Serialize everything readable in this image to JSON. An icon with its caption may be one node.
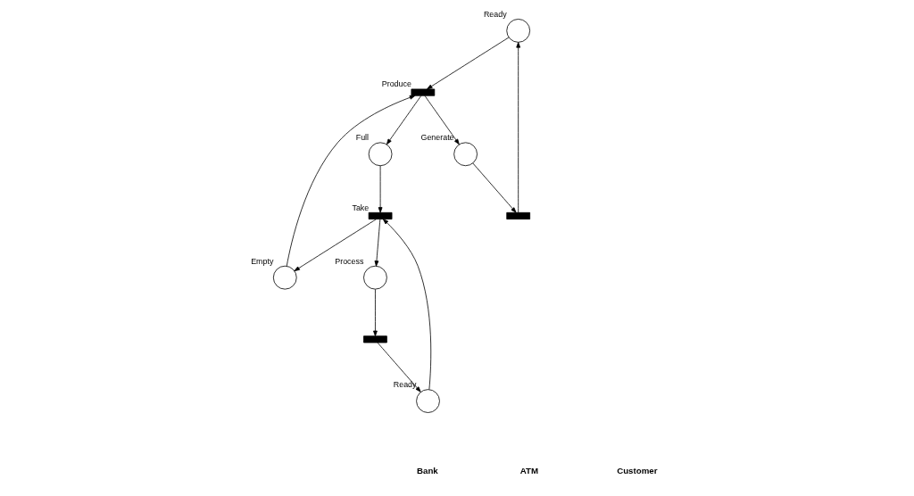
{
  "diagram": {
    "nodes": [
      {
        "text": [],
        "shape": "circle",
        "beside": [
          "Ready"
        ]
      },
      {
        "text": [],
        "shape": "circle",
        "beside": [
          "Process"
        ]
      },
      {
        "text": [],
        "shape": "circle",
        "beside": [
          "Empty"
        ]
      },
      {
        "text": [],
        "shape": "bar"
      },
      {
        "text": [],
        "shape": "bar",
        "beside": [
          "Produce"
        ]
      },
      {
        "text": [],
        "shape": "bar",
        "beside": [
          "Take"
        ]
      },
      {
        "text": [],
        "shape": "bar"
      },
      {
        "text": [],
        "shape": "circle",
        "beside": [
          "Full"
        ]
      },
      {
        "text": [],
        "shape": "circle",
        "beside": [
          "Generate"
        ]
      },
      {
        "text": [],
        "shape": "circle",
        "beside": [
          "Ready"
        ]
      }
    ],
    "edges": [
      {
        "from": 3,
        "to": 0,
        "arrow": "to"
      },
      {
        "from": 0,
        "to": 4,
        "arrow": "to"
      },
      {
        "from": 2,
        "to": 4,
        "arrow": "to"
      },
      {
        "from": 4,
        "to": 7,
        "arrow": "to"
      },
      {
        "from": 4,
        "to": 8,
        "arrow": "to"
      },
      {
        "from": 8,
        "to": 3,
        "arrow": "to"
      },
      {
        "from": 7,
        "to": 5,
        "arrow": "to"
      },
      {
        "from": 5,
        "to": 2,
        "arrow": "to"
      },
      {
        "from": 9,
        "to": 5,
        "arrow": "to"
      },
      {
        "from": 5,
        "to": 1,
        "arrow": "to"
      },
      {
        "from": 1,
        "to": 6,
        "arrow": "to"
      },
      {
        "from": 6,
        "to": 9,
        "arrow": "to"
      }
    ],
    "labels": [
      "Bank",
      "ATM",
      "Customer"
    ]
  }
}
